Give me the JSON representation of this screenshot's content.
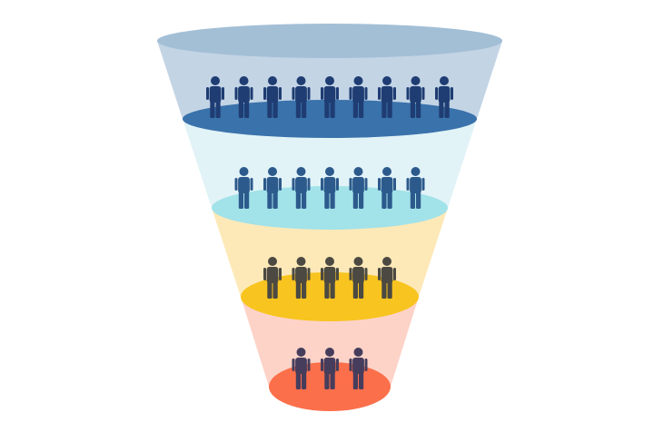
{
  "funnel": {
    "rim_color": "#a3bfd6",
    "stages": [
      {
        "people": 9,
        "band_color": "#c3d4e5",
        "disc_color": "#3a72ab",
        "figure_color": "#1f3d73"
      },
      {
        "people": 7,
        "band_color": "#e1f3f7",
        "disc_color": "#a2e2e9",
        "figure_color": "#2d5a8c"
      },
      {
        "people": 5,
        "band_color": "#fde9b8",
        "disc_color": "#f8c41f",
        "figure_color": "#4b4942"
      },
      {
        "people": 3,
        "band_color": "#fdd3c8",
        "disc_color": "#fb6f4b",
        "figure_color": "#463d5c"
      }
    ]
  }
}
